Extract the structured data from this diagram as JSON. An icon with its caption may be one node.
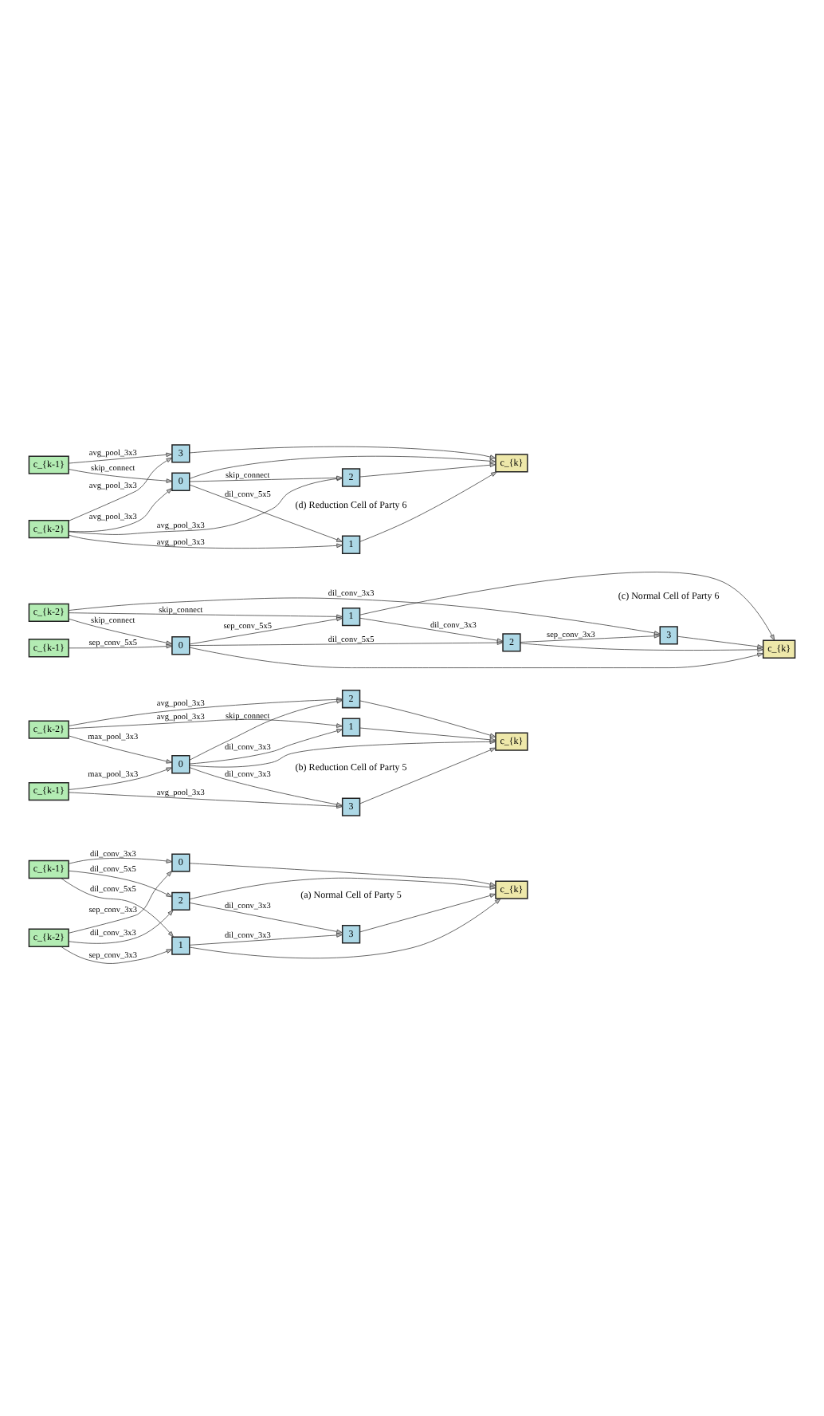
{
  "diagram": {
    "nodes": [
      {
        "text": [
          "c_{k-1}"
        ]
      },
      {
        "text": [
          "c_{k-2}"
        ]
      },
      {
        "text": [
          "1"
        ]
      },
      {
        "text": [
          "2"
        ]
      },
      {
        "text": [
          "0"
        ]
      },
      {
        "text": [
          "3"
        ]
      },
      {
        "text": [
          "c_{k}"
        ]
      },
      {
        "text": [
          "c_{k-2}"
        ]
      },
      {
        "text": [
          "c_{k-1}"
        ]
      },
      {
        "text": [
          "0"
        ]
      },
      {
        "text": [
          "1"
        ]
      },
      {
        "text": [
          "2"
        ]
      },
      {
        "text": [
          "3"
        ]
      },
      {
        "text": [
          "c_{k}"
        ]
      },
      {
        "text": [
          "c_{k-1}"
        ]
      },
      {
        "text": [
          "c_{k-2}"
        ]
      },
      {
        "text": [
          "0"
        ]
      },
      {
        "text": [
          "1"
        ]
      },
      {
        "text": [
          "2"
        ]
      },
      {
        "text": [
          "3"
        ]
      },
      {
        "text": [
          "c_{k}"
        ]
      },
      {
        "text": [
          "c_{k-1}"
        ]
      },
      {
        "text": [
          "c_{k-2}"
        ]
      },
      {
        "text": [
          "3"
        ]
      },
      {
        "text": [
          "0"
        ]
      },
      {
        "text": [
          "2"
        ]
      },
      {
        "text": [
          "1"
        ]
      },
      {
        "text": [
          "c_{k}"
        ]
      }
    ],
    "edges": [
      {
        "from": 0,
        "to": 2,
        "arrow": "to",
        "label": "dil_conv_5x5"
      },
      {
        "from": 0,
        "to": 3,
        "arrow": "to",
        "label": "dil_conv_5x5"
      },
      {
        "from": 1,
        "to": 2,
        "arrow": "to",
        "label": "sep_conv_3x3"
      },
      {
        "from": 0,
        "to": 4,
        "arrow": "to",
        "label": "dil_conv_3x3"
      },
      {
        "from": 1,
        "to": 3,
        "arrow": "to",
        "label": "dil_conv_3x3"
      },
      {
        "from": 1,
        "to": 4,
        "arrow": "to",
        "label": "sep_conv_3x3"
      },
      {
        "from": 2,
        "to": 5,
        "arrow": "to",
        "label": "dil_conv_3x3"
      },
      {
        "from": 3,
        "to": 5,
        "arrow": "to",
        "label": "dil_conv_3x3"
      },
      {
        "from": 2,
        "to": 6,
        "arrow": "to"
      },
      {
        "from": 5,
        "to": 6,
        "arrow": "to"
      },
      {
        "from": 3,
        "to": 6,
        "arrow": "to"
      },
      {
        "from": 4,
        "to": 6,
        "arrow": "to"
      },
      {
        "from": 7,
        "to": 10,
        "arrow": "to",
        "label": "avg_pool_3x3"
      },
      {
        "from": 7,
        "to": 11,
        "arrow": "to",
        "label": "avg_pool_3x3"
      },
      {
        "from": 7,
        "to": 9,
        "arrow": "to",
        "label": "max_pool_3x3"
      },
      {
        "from": 8,
        "to": 9,
        "arrow": "to",
        "label": "max_pool_3x3"
      },
      {
        "from": 8,
        "to": 12,
        "arrow": "to",
        "label": "avg_pool_3x3"
      },
      {
        "from": 9,
        "to": 10,
        "arrow": "to",
        "label": "dil_conv_3x3"
      },
      {
        "from": 9,
        "to": 11,
        "arrow": "to",
        "label": "skip_connect"
      },
      {
        "from": 9,
        "to": 13,
        "arrow": "to"
      },
      {
        "from": 9,
        "to": 12,
        "arrow": "to",
        "label": "dil_conv_3x3"
      },
      {
        "from": 10,
        "to": 13,
        "arrow": "to"
      },
      {
        "from": 11,
        "to": 13,
        "arrow": "to"
      },
      {
        "from": 12,
        "to": 13,
        "arrow": "to"
      },
      {
        "from": 14,
        "to": 16,
        "arrow": "to",
        "label": "sep_conv_5x5"
      },
      {
        "from": 16,
        "to": 20,
        "arrow": "to"
      },
      {
        "from": 15,
        "to": 16,
        "arrow": "to",
        "label": "skip_connect"
      },
      {
        "from": 16,
        "to": 17,
        "arrow": "to",
        "label": "sep_conv_5x5"
      },
      {
        "from": 15,
        "to": 17,
        "arrow": "to",
        "label": "skip_connect"
      },
      {
        "from": 17,
        "to": 20,
        "arrow": "to"
      },
      {
        "from": 17,
        "to": 18,
        "arrow": "to",
        "label": "dil_conv_3x3"
      },
      {
        "from": 16,
        "to": 18,
        "arrow": "to",
        "label": "dil_conv_5x5"
      },
      {
        "from": 18,
        "to": 20,
        "arrow": "to"
      },
      {
        "from": 18,
        "to": 19,
        "arrow": "to",
        "label": "sep_conv_3x3"
      },
      {
        "from": 19,
        "to": 20,
        "arrow": "to"
      },
      {
        "from": 15,
        "to": 19,
        "arrow": "to",
        "label": "dil_conv_3x3"
      },
      {
        "from": 21,
        "to": 23,
        "arrow": "to",
        "label": "avg_pool_3x3"
      },
      {
        "from": 21,
        "to": 24,
        "arrow": "to",
        "label": "skip_connect"
      },
      {
        "from": 22,
        "to": 23,
        "arrow": "to",
        "label": "avg_pool_3x3"
      },
      {
        "from": 22,
        "to": 24,
        "arrow": "to",
        "label": "avg_pool_3x3"
      },
      {
        "from": 23,
        "to": 27,
        "arrow": "to"
      },
      {
        "from": 24,
        "to": 27,
        "arrow": "to"
      },
      {
        "from": 24,
        "to": 25,
        "arrow": "to",
        "label": "skip_connect"
      },
      {
        "from": 24,
        "to": 26,
        "arrow": "to",
        "label": "dil_conv_5x5"
      },
      {
        "from": 22,
        "to": 25,
        "arrow": "to",
        "label": "avg_pool_3x3"
      },
      {
        "from": 22,
        "to": 26,
        "arrow": "to",
        "label": "avg_pool_3x3"
      },
      {
        "from": 25,
        "to": 27,
        "arrow": "to"
      },
      {
        "from": 26,
        "to": 27,
        "arrow": "to"
      }
    ],
    "labels": [
      "(a) Normal Cell of Party 5",
      "(b) Reduction Cell of Party 5",
      "(c) Normal Cell of Party 6",
      "(d) Reduction Cell of Party 6"
    ]
  }
}
